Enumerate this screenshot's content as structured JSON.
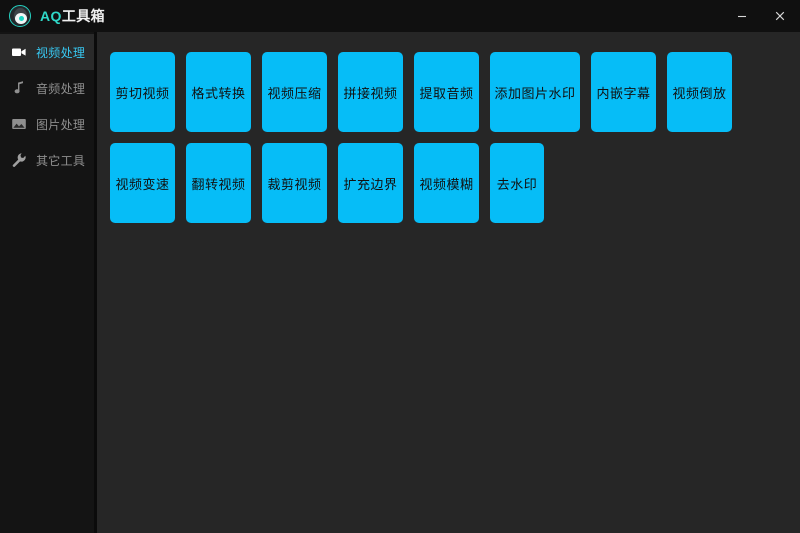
{
  "window": {
    "title_brand": "AQ",
    "title_rest": "工具箱",
    "logo_icon": "app-logo-ghost-icon",
    "minimize_label": "–",
    "close_label": "✕",
    "colors": {
      "titlebar_bg": "#101010",
      "sidebar_bg": "#141414",
      "sidebar_active_bg": "#2a2a2a",
      "content_bg": "#262626",
      "accent_cyan": "#06BDF7",
      "brand_teal": "#2FD8C8",
      "active_text": "#37C7F0",
      "inactive_text": "#8f8f8f"
    }
  },
  "sidebar": {
    "items": [
      {
        "label": "视频处理",
        "icon": "video-camera-icon",
        "active": true
      },
      {
        "label": "音频处理",
        "icon": "music-note-icon",
        "active": false
      },
      {
        "label": "图片处理",
        "icon": "image-picture-icon",
        "active": false
      },
      {
        "label": "其它工具",
        "icon": "wrench-icon",
        "active": false
      }
    ]
  },
  "main": {
    "tiles": [
      {
        "label": "剪切视频",
        "size": "w4"
      },
      {
        "label": "格式转换",
        "size": "w4"
      },
      {
        "label": "视频压缩",
        "size": "w4"
      },
      {
        "label": "拼接视频",
        "size": "w4"
      },
      {
        "label": "提取音频",
        "size": "w4"
      },
      {
        "label": "添加图片水印",
        "size": "w6"
      },
      {
        "label": "内嵌字幕",
        "size": "w4"
      },
      {
        "label": "视频倒放",
        "size": "w4"
      },
      {
        "label": "视频变速",
        "size": "w4"
      },
      {
        "label": "翻转视频",
        "size": "w4"
      },
      {
        "label": "裁剪视频",
        "size": "w4"
      },
      {
        "label": "扩充边界",
        "size": "w4"
      },
      {
        "label": "视频模糊",
        "size": "w4"
      },
      {
        "label": "去水印",
        "size": "w3"
      }
    ]
  }
}
